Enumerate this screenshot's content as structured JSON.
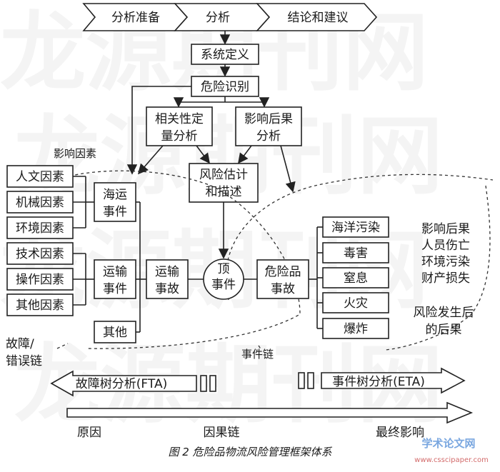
{
  "watermark": "龙源期刊网",
  "phases": [
    "分析准备",
    "分析",
    "结论和建议"
  ],
  "flow": {
    "system_definition": "系统定义",
    "hazard_identification": "危险识别",
    "correlation": [
      "相关性定",
      "量分析"
    ],
    "consequence": [
      "影响后果",
      "分析"
    ],
    "risk_estimation": [
      "风险估计",
      "和描述"
    ]
  },
  "influence_factors_label": "影响因素",
  "factors": [
    "人文因素",
    "机械因素",
    "环境因素",
    "技术因素",
    "操作因素",
    "其他因素"
  ],
  "events": {
    "marine": [
      "海运",
      "事件"
    ],
    "transport": [
      "运输",
      "事件"
    ],
    "other": "其他",
    "transport_accident": [
      "运输",
      "事故"
    ],
    "top_event": [
      "顶",
      "事件"
    ],
    "hazmat_accident": [
      "危险品",
      "事故"
    ]
  },
  "consequences": [
    "海洋污染",
    "毒害",
    "窒息",
    "火灾",
    "爆炸"
  ],
  "impact": {
    "title": "影响后果",
    "items": [
      "人员伤亡",
      "环境污染",
      "财产损失"
    ]
  },
  "post_risk": [
    "风险发生后",
    "的后果"
  ],
  "fault_chain": [
    "故障/",
    "错误链"
  ],
  "event_chain": "事件链",
  "fta": "故障树分析(FTA)",
  "eta": "事件树分析(ETA)",
  "causal": {
    "cause": "原因",
    "chain": "因果链",
    "final": "最终影响"
  },
  "caption": "图 2   危险品物流风险管理框架体系",
  "site": {
    "name": "学术论文网",
    "url": "www.csscipaper.com"
  }
}
